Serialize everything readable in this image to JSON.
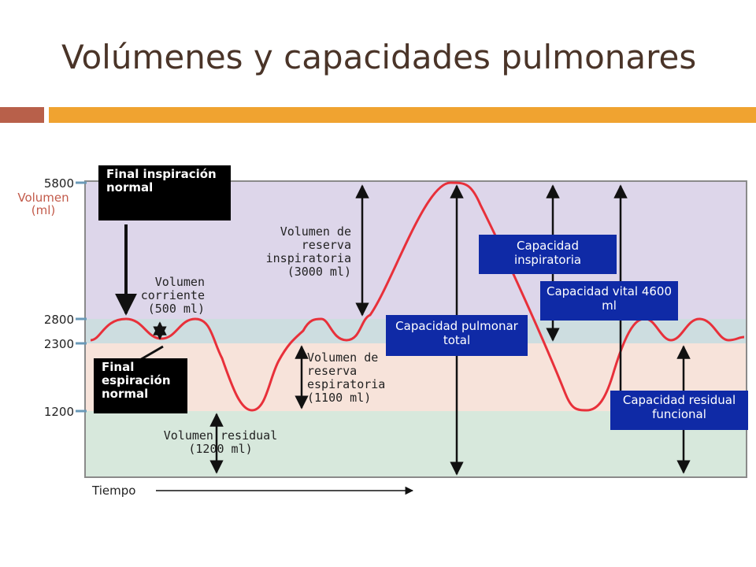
{
  "title": "Volúmenes y capacidades pulmonares",
  "axis": {
    "ticks": [
      "5800",
      "2800",
      "2300",
      "1200"
    ],
    "unit": "Volumen (ml)",
    "time": "Tiempo"
  },
  "markers": {
    "final_inspiracion": "Final inspiración normal",
    "final_espiracion": "Final espiración normal"
  },
  "volumes": {
    "corriente": "Volumen corriente (500 ml)",
    "reserva_inspiratoria": "Volumen de reserva inspiratoria (3000 ml)",
    "reserva_espiratoria": "Volumen de reserva espiratoria (1100 ml)",
    "residual": "Volumen residual (1200 ml)"
  },
  "capacities": {
    "inspiratoria": "Capacidad inspiratoria",
    "vital": "Capacidad vital 4600 ml",
    "pulmonar_total": "Capacidad pulmonar total",
    "residual_funcional": "Capacidad residual funcional"
  },
  "colors": {
    "title": "#4a3428",
    "accent_left": "#b8604a",
    "accent_right": "#f0a330",
    "band_irv": "#ddd6ea",
    "band_tidal": "#cddde0",
    "band_erv": "#f7e3da",
    "band_rv": "#d7e8dc",
    "curve": "#e8303a",
    "capacity_box": "#0f2aa6"
  }
}
